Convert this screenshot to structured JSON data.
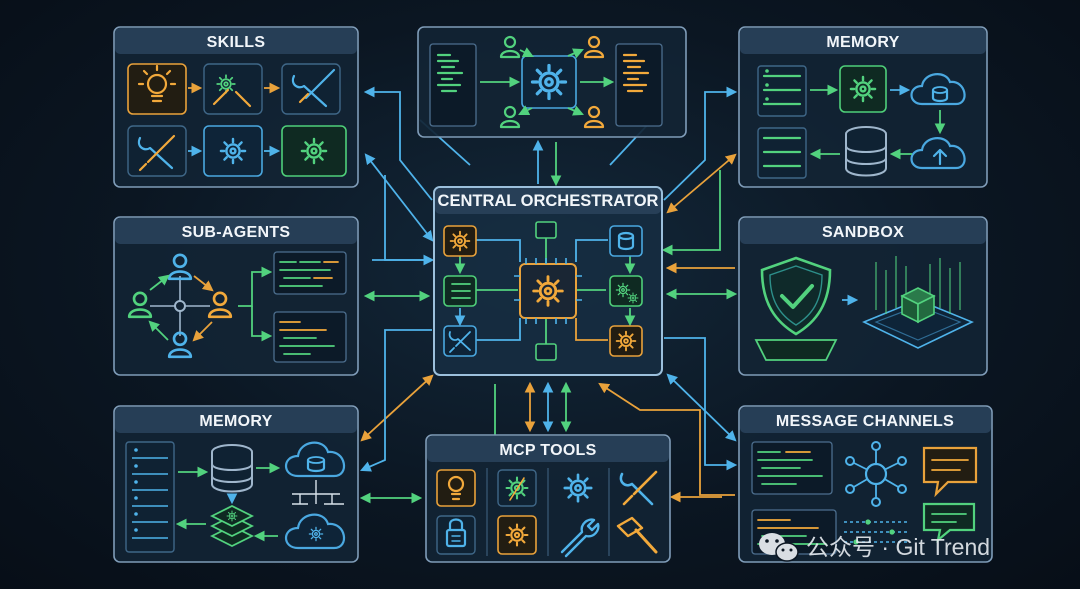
{
  "diagram": {
    "central": {
      "title": "CENTRAL ORCHESTRATOR"
    },
    "modules": {
      "skills": "SKILLS",
      "memory_top": "MEMORY",
      "sub_agents": "SUB-AGENTS",
      "sandbox": "SANDBOX",
      "memory_bottom": "MEMORY",
      "mcp_tools": "MCP TOOLS",
      "message_channels": "MESSAGE CHANNELS"
    }
  },
  "watermark": {
    "text": "公众号 · Git Trend"
  },
  "colors": {
    "background": "#0b1622",
    "panel_border": "#7f9cb8",
    "accent_blue": "#4fb3ea",
    "accent_green": "#52d27e",
    "accent_orange": "#e9a23b"
  },
  "icons": [
    "lightbulb-icon",
    "gear-icon",
    "wrench-screwdriver-icon",
    "database-icon",
    "server-rack-icon",
    "cloud-icon",
    "user-icon",
    "shield-check-icon",
    "cube-icon",
    "chat-bubble-icon",
    "hub-network-icon",
    "lock-icon",
    "hammer-icon",
    "code-window-icon",
    "wechat-icon"
  ]
}
